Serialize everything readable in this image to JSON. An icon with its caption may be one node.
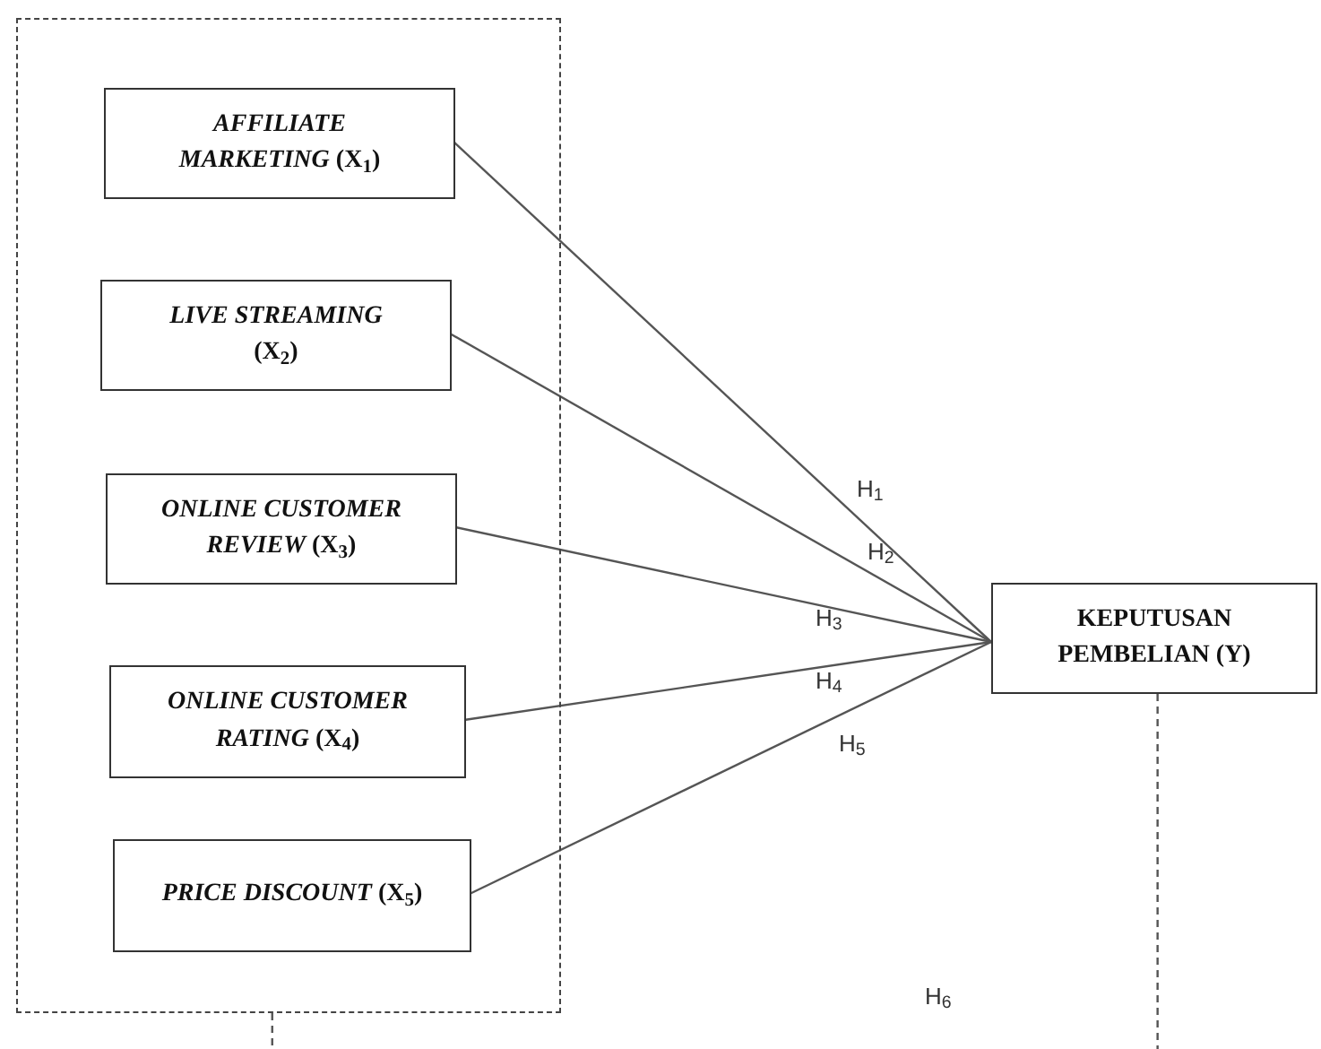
{
  "diagram": {
    "nodes": [
      {
        "text": [],
        "shape": "box"
      },
      {
        "text": [
          "*AFFILIATE MARKETING* (X$_{1}$)"
        ],
        "in": 0
      },
      {
        "text": [
          "*LIVE STREAMING* (X$_{2}$)"
        ],
        "in": 0
      },
      {
        "text": [
          "*ONLINE CUSTOMER REVIEW* (X$_{3}$)"
        ],
        "in": 0
      },
      {
        "text": [
          "*ONLINE CUSTOMER RATING* (X$_{4}$)"
        ],
        "in": 0
      },
      {
        "text": [
          "*PRICE DISCOUNT* (X$_{5}$)"
        ],
        "in": 0
      },
      {
        "text": [
          "KEPUTUSAN PEMBELIAN (Y)"
        ]
      }
    ],
    "edges": [
      {
        "from": 1,
        "to": 6,
        "arrow": "none",
        "label": "H$_{1}$"
      },
      {
        "from": 2,
        "to": 6,
        "arrow": "none",
        "label": "H$_{2}$"
      },
      {
        "from": 3,
        "to": 6,
        "arrow": "none",
        "label": "H$_{3}$"
      },
      {
        "from": 4,
        "to": 6,
        "arrow": "none",
        "label": "H$_{4}$"
      },
      {
        "from": 5,
        "to": 6,
        "arrow": "none",
        "label": "H$_{5}$"
      },
      {
        "from": 0,
        "to": null,
        "arrow": "none",
        "style": "dashed"
      },
      {
        "from": 6,
        "to": null,
        "arrow": "none",
        "style": "dashed"
      }
    ],
    "labels": [
      "H$_{6}$"
    ]
  }
}
